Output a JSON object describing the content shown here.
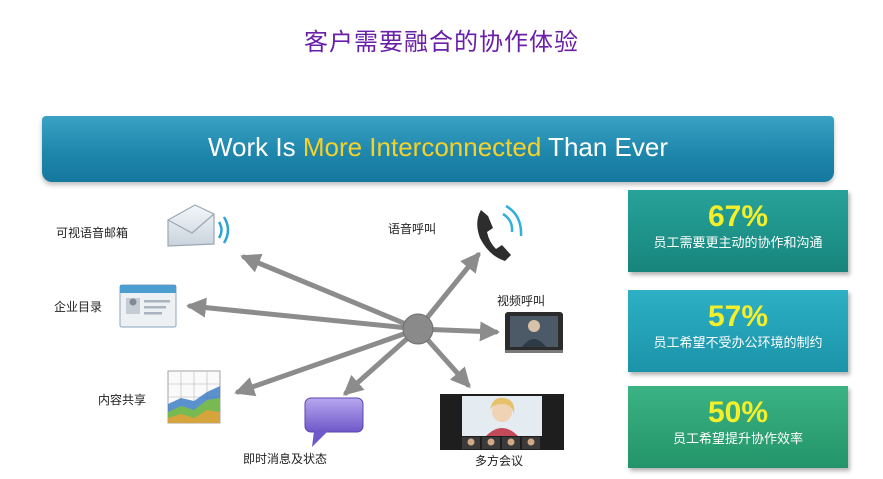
{
  "slide_title": "客户需要融合的协作体验",
  "banner": {
    "part1": "Work Is ",
    "highlight": "More Interconnected",
    "part2": " Than Ever"
  },
  "colors": {
    "title": "#6a1fa8",
    "banner": "#1f87ac",
    "highlight": "#f6d12a",
    "stat_value": "#f4ef2a",
    "arrow": "#8c8c8c"
  },
  "features": {
    "video_voicemail": "可视语音邮箱",
    "directory": "企业目录",
    "content_sharing": "内容共享",
    "im_presence": "即时消息及状态",
    "voice_call": "语音呼叫",
    "video_call": "视频呼叫",
    "conferencing": "多方会议"
  },
  "stats": [
    {
      "value": "67%",
      "text": "员工需要更主动的协作和沟通"
    },
    {
      "value": "57%",
      "text": "员工希望不受办公环境的制约"
    },
    {
      "value": "50%",
      "text": "员工希望提升协作效率"
    }
  ]
}
